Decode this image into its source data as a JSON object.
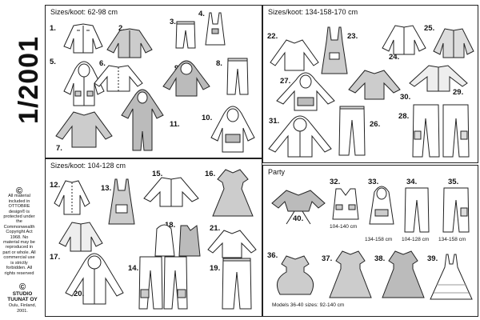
{
  "issue": "1/2001",
  "sections": {
    "babies": {
      "title": "Sizes/koot: 62-98 cm"
    },
    "teens": {
      "title": "Sizes/koot: 134-158-170 cm"
    },
    "kids": {
      "title": "Sizes/koot: 104-128 cm"
    },
    "party": {
      "title": "Party"
    }
  },
  "labels": {
    "n1": "1.",
    "n2": "2.",
    "n3": "3.",
    "n4": "4.",
    "n5": "5.",
    "n6": "6.",
    "n7": "7.",
    "n8": "8.",
    "n9": "9.",
    "n10": "10.",
    "n11": "11.",
    "n12": "12.",
    "n13": "13.",
    "n14": "14.",
    "n15": "15.",
    "n16": "16.",
    "n17": "17.",
    "n18": "18.",
    "n19": "19.",
    "n20": "20.",
    "n21": "21.",
    "n22": "22.",
    "n23": "23.",
    "n24": "24.",
    "n25": "25.",
    "n26": "26.",
    "n27": "27.",
    "n28": "28.",
    "n29": "29.",
    "n30": "30.",
    "n31": "31.",
    "n32": "32.",
    "n33": "33.",
    "n34": "34.",
    "n35": "35.",
    "n36": "36.",
    "n37": "37.",
    "n38": "38.",
    "n39": "39.",
    "n40": "40."
  },
  "size_captions": {
    "c32": "104-140 cm",
    "c33": "134-158 cm",
    "c34": "104-128 cm",
    "c35": "134-158 cm",
    "models": "Models 36-40 sizes: 92-140 cm"
  },
  "copyright": {
    "symbol": "©",
    "text": "All material included in OTTOBRE design® is protected under the Commonwealth Copyright Act 1968. No material may be reproduced in part or whole. All commercial use is strictly forbidden. All rights reserved"
  },
  "publisher": {
    "symbol": "©",
    "name": "STUDIO TUUNAT OY",
    "place": "Oulu, Finland, 2001."
  }
}
